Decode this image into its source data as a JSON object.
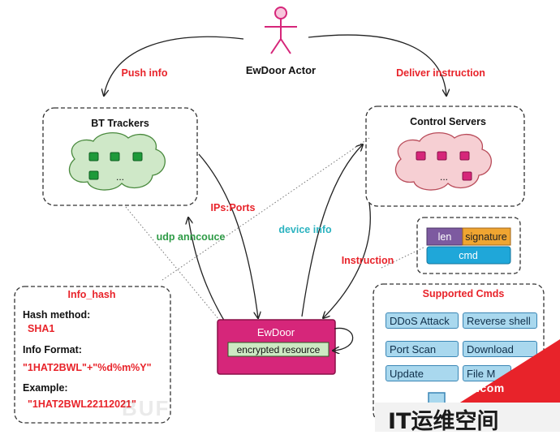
{
  "actor": {
    "label": "EwDoor Actor"
  },
  "edges": {
    "push_info": "Push info",
    "deliver_instruction": "Deliver instruction",
    "ips_ports": "IPs:Ports",
    "udp_announce": "udp anncouce",
    "device_info": "device info",
    "instruction": "Instruction"
  },
  "bt_trackers": {
    "title": "BT Trackers",
    "ellipsis": "..."
  },
  "control_servers": {
    "title": "Control Servers",
    "ellipsis": "..."
  },
  "packet": {
    "len": "len",
    "signature": "signature",
    "cmd": "cmd"
  },
  "info_hash": {
    "title": "Info_hash",
    "hash_method_label": "Hash method:",
    "hash_method_value": "SHA1",
    "info_format_label": "Info Format:",
    "info_format_value": "\"1HAT2BWL\"+\"%d%m%Y\"",
    "example_label": "Example:",
    "example_value": "\"1HAT2BWL22112021\""
  },
  "ewdoor": {
    "title": "EwDoor",
    "resource": "encrypted resource"
  },
  "supported_cmds": {
    "title": "Supported Cmds",
    "items": [
      "DDoS Attack",
      "Reverse shell",
      "Port Scan",
      "Download",
      "Update",
      "File M"
    ]
  },
  "watermark": {
    "url": "www.94IP.com",
    "brand": "IT运维空间",
    "faded": "BUF"
  },
  "colors": {
    "red_label": "#e8232a",
    "green_label": "#2e9b46",
    "cyan_label": "#2bb3c0",
    "ewdoor_fill": "#d6267a",
    "cmd_fill": "#a9d8ee"
  }
}
